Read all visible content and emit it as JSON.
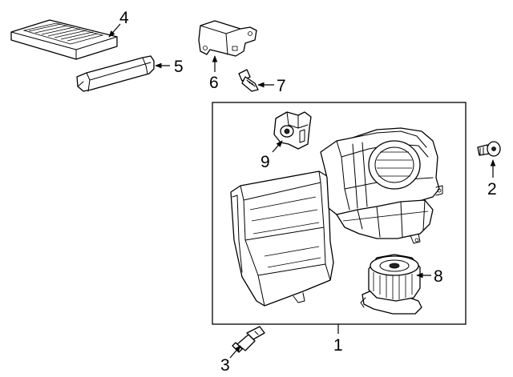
{
  "callouts": [
    {
      "id": "1",
      "label": "1",
      "part": "heater-and-blower-assembly"
    },
    {
      "id": "2",
      "label": "2",
      "part": "bolt"
    },
    {
      "id": "3",
      "label": "3",
      "part": "bolt"
    },
    {
      "id": "4",
      "label": "4",
      "part": "cabin-air-filter"
    },
    {
      "id": "5",
      "label": "5",
      "part": "filter-cover"
    },
    {
      "id": "6",
      "label": "6",
      "part": "control-module"
    },
    {
      "id": "7",
      "label": "7",
      "part": "screw"
    },
    {
      "id": "8",
      "label": "8",
      "part": "blower-motor"
    },
    {
      "id": "9",
      "label": "9",
      "part": "actuator"
    }
  ]
}
